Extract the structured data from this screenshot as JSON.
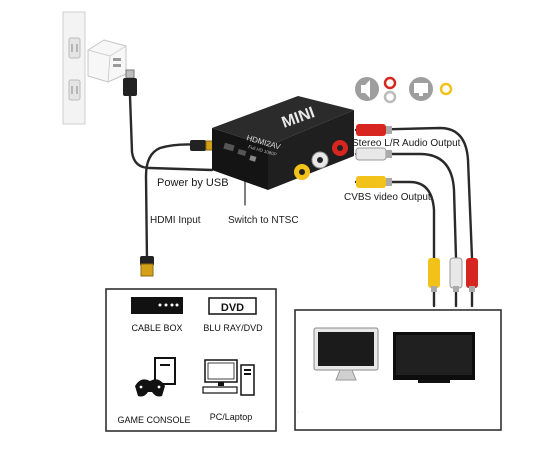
{
  "device": {
    "brand": "MINI",
    "model": "HDMI2AV",
    "subtitle": "Full HD 1080P"
  },
  "labels": {
    "audio_out": "Stereo L/R Audio Output",
    "video_out": "CVBS video Output",
    "power": "Power by USB",
    "hdmi_in": "HDMI Input",
    "ntsc": "Switch to NTSC"
  },
  "sources": {
    "cable_box": "CABLE BOX",
    "dvd_logo": "DVD",
    "dvd": "BLU RAY/DVD",
    "console": "GAME CONSOLE",
    "pc": "PC/Laptop"
  },
  "colors": {
    "device_body": "#1c1c1c",
    "rca_red": "#d6261f",
    "rca_white": "#e8e8e8",
    "rca_yellow": "#f2c21a",
    "cable": "#2a2a2a",
    "hdmi_plug_gold": "#d4a017"
  },
  "icons": [
    "speaker-icon",
    "rca-pair-icon",
    "monitor-icon",
    "rca-yellow-icon",
    "wall-outlet-icon",
    "usb-adapter-icon"
  ]
}
